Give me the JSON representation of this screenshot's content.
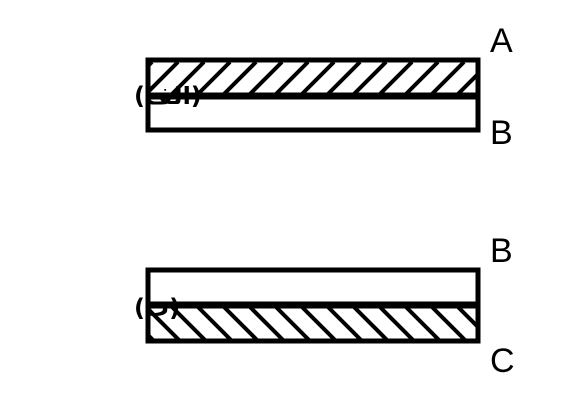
{
  "figure": {
    "panels": [
      {
        "caption": "(الف)",
        "layers": [
          {
            "label": "A",
            "fill": "hatched",
            "hatch_direction": "forward-slash"
          },
          {
            "label": "B",
            "fill": "plain"
          }
        ]
      },
      {
        "caption": "(ب)",
        "layers": [
          {
            "label": "B",
            "fill": "plain"
          },
          {
            "label": "C",
            "fill": "hatched",
            "hatch_direction": "back-slash"
          }
        ]
      }
    ],
    "colors": {
      "ink": "#000000",
      "background": "#ffffff"
    }
  }
}
